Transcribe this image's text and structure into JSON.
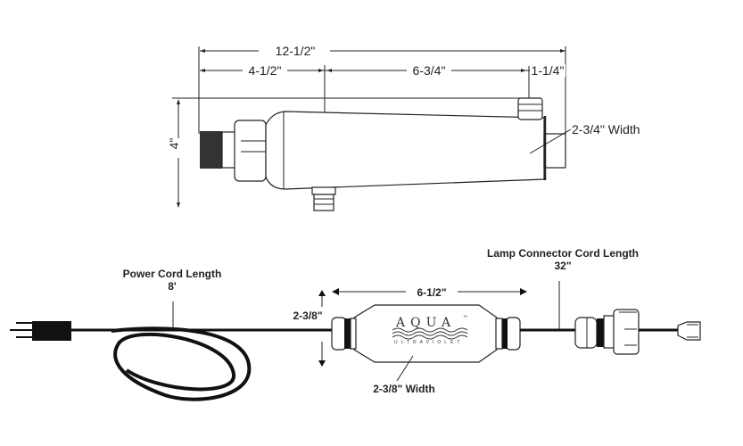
{
  "top_view": {
    "overall_length": "12-1/2\"",
    "segment_inlet": "4-1/2\"",
    "segment_middle": "6-3/4\"",
    "segment_outlet": "1-1/4\"",
    "height": "4\"",
    "width_note": "2-3/4\" Width"
  },
  "bottom_view": {
    "power_cord_label": "Power Cord Length",
    "power_cord_value": "8'",
    "ballast_length": "6-1/2\"",
    "ballast_height": "2-3/8\"",
    "ballast_width_note": "2-3/8\" Width",
    "lamp_cord_label": "Lamp Connector Cord Length",
    "lamp_cord_value": "32\"",
    "logo_text": "AQUA",
    "logo_tm": "™",
    "logo_subtext": "ULTRAVIOLET"
  }
}
